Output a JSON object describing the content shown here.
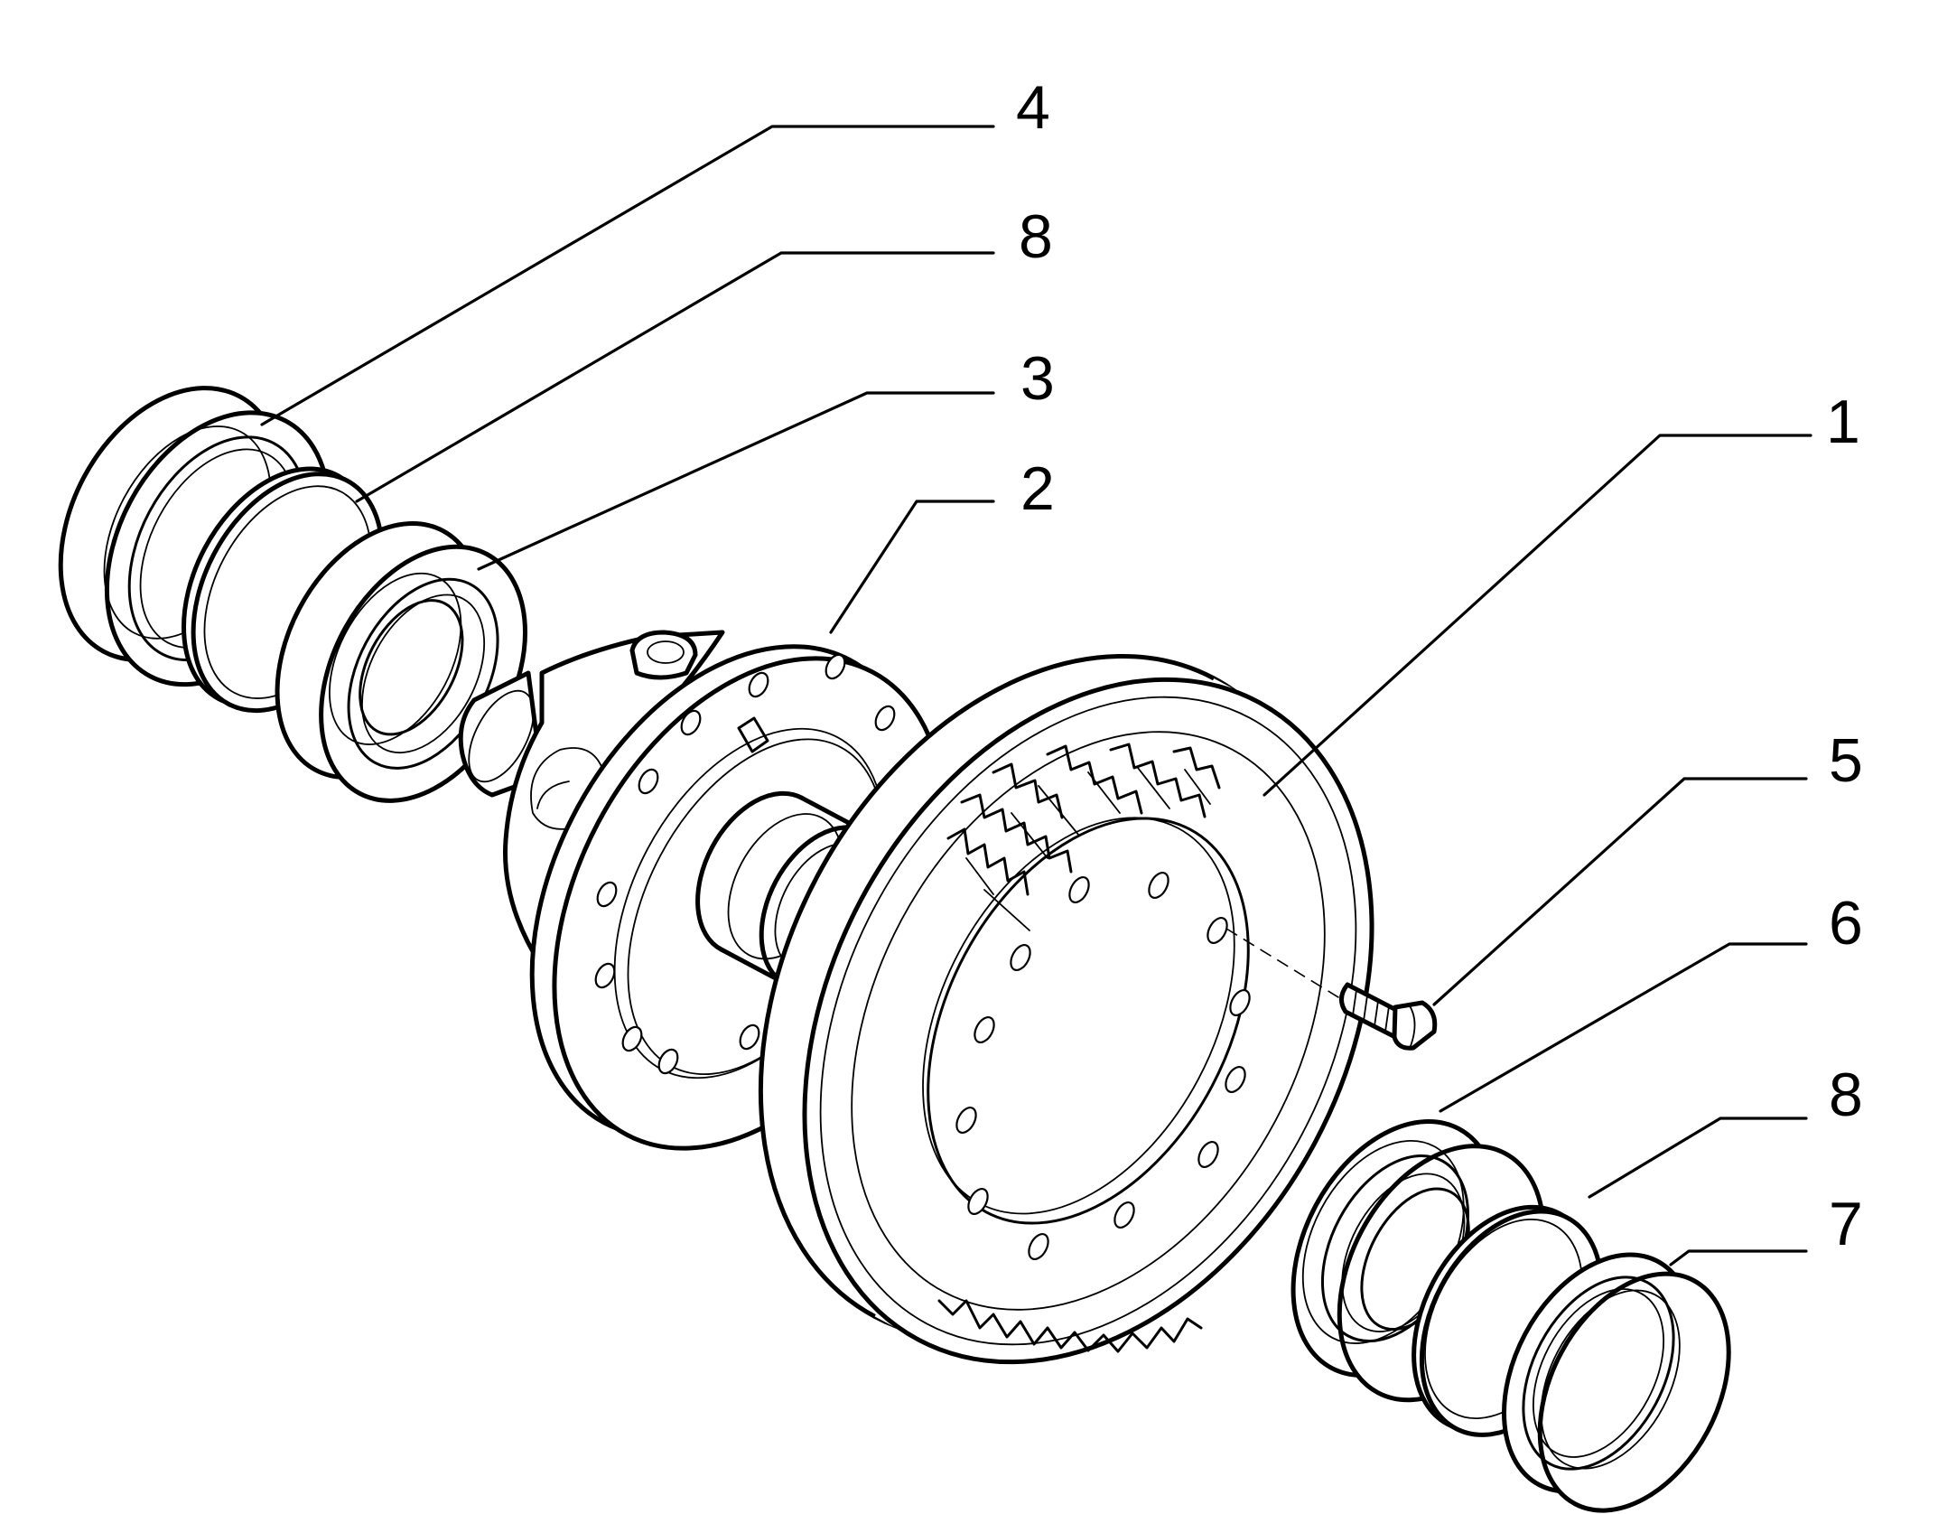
{
  "diagram": {
    "callouts": [
      {
        "id": "c4",
        "label": "4"
      },
      {
        "id": "c8a",
        "label": "8"
      },
      {
        "id": "c3",
        "label": "3"
      },
      {
        "id": "c2",
        "label": "2"
      },
      {
        "id": "c1",
        "label": "1"
      },
      {
        "id": "c5",
        "label": "5"
      },
      {
        "id": "c6",
        "label": "6"
      },
      {
        "id": "c8b",
        "label": "8"
      },
      {
        "id": "c7",
        "label": "7"
      }
    ]
  }
}
